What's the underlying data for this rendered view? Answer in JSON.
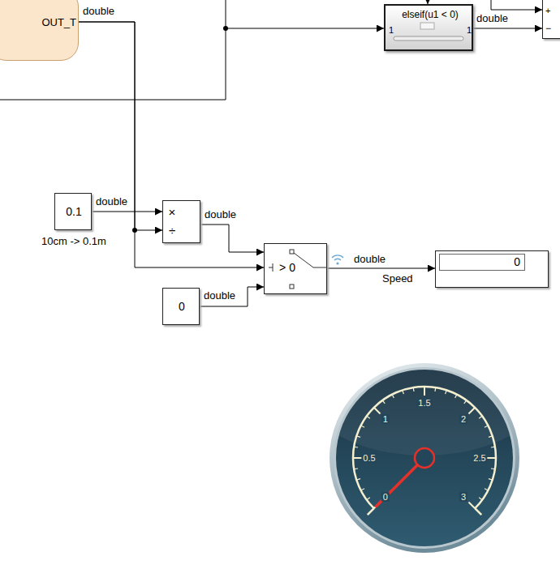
{
  "diagram": {
    "nodes": [
      {
        "text": [
          "OUT_T"
        ]
      },
      {
        "text": [
          "elseif(u1 < 0)",
          "1",
          "1"
        ]
      },
      {
        "text": [
          "+",
          "−"
        ]
      },
      {
        "text": [
          "0.1",
          "10cm -> 0.1m"
        ]
      },
      {
        "text": [
          "×",
          "÷"
        ]
      },
      {
        "text": [
          "> 0"
        ]
      },
      {
        "text": [
          "0"
        ]
      },
      {
        "text": [
          "0"
        ]
      },
      {
        "text": [
          "0",
          "0.5",
          "1",
          "1.5",
          "2",
          "2.5",
          "3"
        ]
      }
    ],
    "edges": [
      {
        "from": 0,
        "to": 4,
        "arrow": "to",
        "label": "double"
      },
      {
        "from": 0,
        "to": 5,
        "arrow": "to"
      },
      {
        "from": 1,
        "to": 2,
        "arrow": "to",
        "label": "double"
      },
      {
        "from": 3,
        "to": 4,
        "arrow": "to",
        "label": "double"
      },
      {
        "from": 4,
        "to": 5,
        "arrow": "to",
        "label": "double"
      },
      {
        "from": 6,
        "to": 5,
        "arrow": "to",
        "label": "double"
      },
      {
        "from": 5,
        "to": 7,
        "arrow": "to",
        "label": "double"
      }
    ],
    "labels": [
      "Speed"
    ]
  }
}
